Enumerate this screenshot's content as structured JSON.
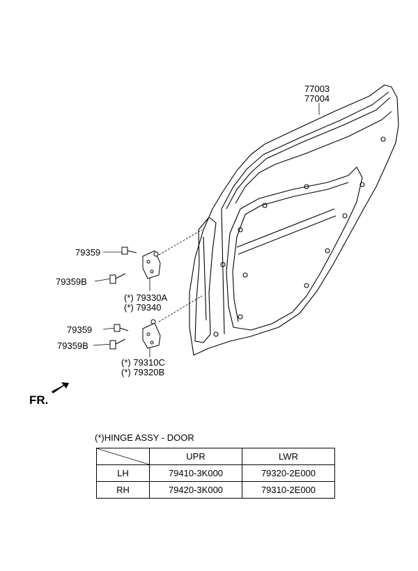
{
  "callouts": {
    "door_panel_1": "77003",
    "door_panel_2": "77004",
    "upper_bolt": "79359",
    "upper_bolt_b": "79359B",
    "upper_hinge_1": "(*) 79330A",
    "upper_hinge_2": "(*) 79340",
    "lower_bolt": "79359",
    "lower_bolt_b": "79359B",
    "lower_hinge_1": "(*) 79310C",
    "lower_hinge_2": "(*) 79320B"
  },
  "front_marker": "FR.",
  "legend": {
    "title": "(*)HINGE ASSY - DOOR",
    "columns": [
      "UPR",
      "LWR"
    ],
    "rows": [
      {
        "side": "LH",
        "upr": "79410-3K000",
        "lwr": "79320-2E000"
      },
      {
        "side": "RH",
        "upr": "79420-3K000",
        "lwr": "79310-2E000"
      }
    ]
  }
}
